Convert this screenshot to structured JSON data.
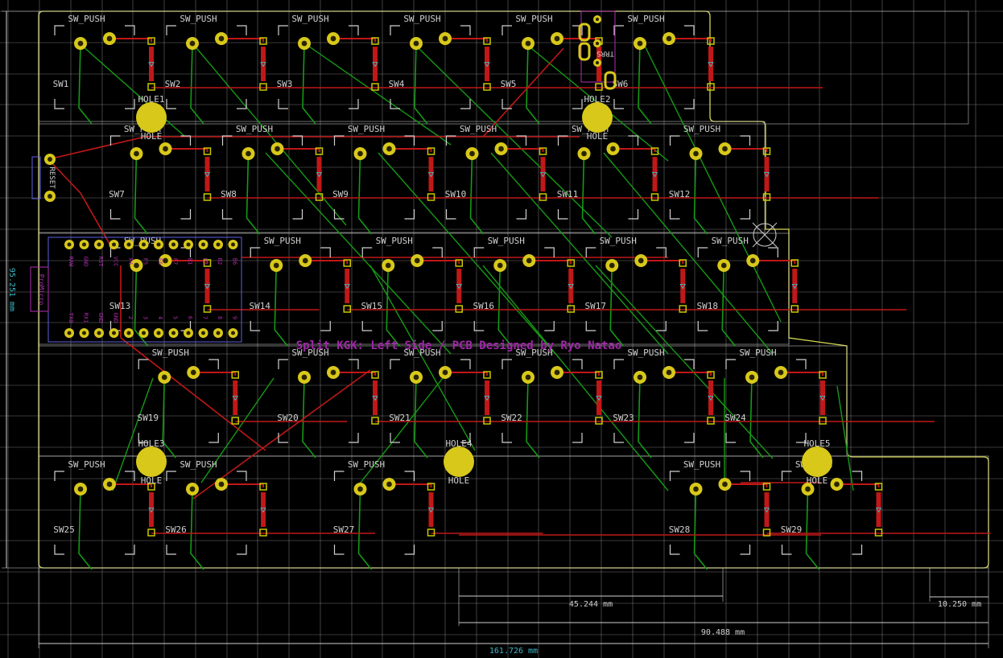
{
  "colors": {
    "background": "#000000",
    "grid": "#c8c8c8",
    "outline": "#c9c9c9",
    "edge_cut": "#d6d655",
    "silk": "#d0d0d0",
    "front_copper": "#c01818",
    "back_copper": "#159a15",
    "pad": "#d8c81a",
    "pad_inner": "#2b2400",
    "diode_pad": "#c8c800",
    "dimension": "#3fb8c8",
    "title_text": "#a028a8",
    "fab": "#b030b0"
  },
  "switch_label": "SW_PUSH",
  "hole_label": "HOLE",
  "rows": [
    {
      "keys": [
        {
          "ref": "SW1",
          "col": 0
        },
        {
          "ref": "SW2",
          "col": 1
        },
        {
          "ref": "SW3",
          "col": 2
        },
        {
          "ref": "SW4",
          "col": 3
        },
        {
          "ref": "SW5",
          "col": 4
        },
        {
          "ref": "SW6",
          "col": 5
        }
      ]
    },
    {
      "keys": [
        {
          "ref": "SW7",
          "col": 0.5
        },
        {
          "ref": "SW8",
          "col": 1.5
        },
        {
          "ref": "SW9",
          "col": 2.5
        },
        {
          "ref": "SW10",
          "col": 3.5
        },
        {
          "ref": "SW11",
          "col": 4.5
        },
        {
          "ref": "SW12",
          "col": 5.5
        }
      ]
    },
    {
      "keys": [
        {
          "ref": "SW13",
          "col": 0.5
        },
        {
          "ref": "SW14",
          "col": 1.75
        },
        {
          "ref": "SW15",
          "col": 2.75
        },
        {
          "ref": "SW16",
          "col": 3.75
        },
        {
          "ref": "SW17",
          "col": 4.75
        },
        {
          "ref": "SW18",
          "col": 5.75
        }
      ]
    },
    {
      "keys": [
        {
          "ref": "SW19",
          "col": 0.75
        },
        {
          "ref": "SW20",
          "col": 2
        },
        {
          "ref": "SW21",
          "col": 3
        },
        {
          "ref": "SW22",
          "col": 4
        },
        {
          "ref": "SW23",
          "col": 5
        },
        {
          "ref": "SW24",
          "col": 6
        }
      ]
    },
    {
      "keys": [
        {
          "ref": "SW25",
          "col": 0
        },
        {
          "ref": "SW26",
          "col": 1
        },
        {
          "ref": "SW27",
          "col": 2.5
        },
        {
          "ref": "SW28",
          "col": 5.5
        },
        {
          "ref": "SW29",
          "col": 6.5
        }
      ]
    }
  ],
  "holes": [
    {
      "ref": "HOLE1"
    },
    {
      "ref": "HOLE2"
    },
    {
      "ref": "HOLE3"
    },
    {
      "ref": "HOLE4"
    },
    {
      "ref": "HOLE5"
    }
  ],
  "title_text": "Split KGK: Left Side / PCB Designed by Ryo Natao",
  "dimensions": {
    "vertical": "95.251 mm",
    "width_total": "161.726 mm",
    "half": "45.244 mm",
    "full": "90.488 mm",
    "edge": "10.250 mm"
  },
  "trrs_label": "TRRS",
  "mcu": {
    "label": "ProMicro",
    "pin_labels_top": [
      "RAW",
      "GND",
      "RST",
      "VCC",
      "F4",
      "F5",
      "F6",
      "F7",
      "B1",
      "B3",
      "B2",
      "B6"
    ],
    "pin_labels_bottom": [
      "TX0",
      "RX1",
      "GND",
      "GND",
      "2",
      "3",
      "4",
      "5",
      "6",
      "7",
      "8",
      "9"
    ]
  },
  "reset_label": "RESET"
}
